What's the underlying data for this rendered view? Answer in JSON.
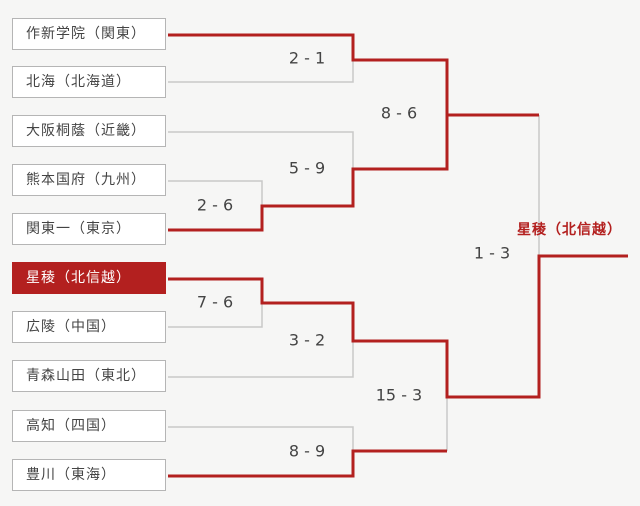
{
  "teams": [
    {
      "name": "作新学院（関東）"
    },
    {
      "name": "北海（北海道）"
    },
    {
      "name": "大阪桐蔭（近畿）"
    },
    {
      "name": "熊本国府（九州）"
    },
    {
      "name": "関東一（東京）"
    },
    {
      "name": "星稜（北信越）"
    },
    {
      "name": "広陵（中国）"
    },
    {
      "name": "青森山田（東北）"
    },
    {
      "name": "高知（四国）"
    },
    {
      "name": "豊川（東海）"
    }
  ],
  "scores": {
    "r1_top": "2 - 1",
    "r0_kanto": "2 - 6",
    "r1_b": "5 - 9",
    "semi_top": "8 - 6",
    "r0_seiryo": "7 - 6",
    "r1_c": "3 - 2",
    "r1_d": "8 - 9",
    "semi_bottom": "15 - 3",
    "final": "1 - 3"
  },
  "champion": "星稜（北信越）",
  "colors": {
    "win": "#b3201f",
    "lose": "#c8c8c8"
  }
}
